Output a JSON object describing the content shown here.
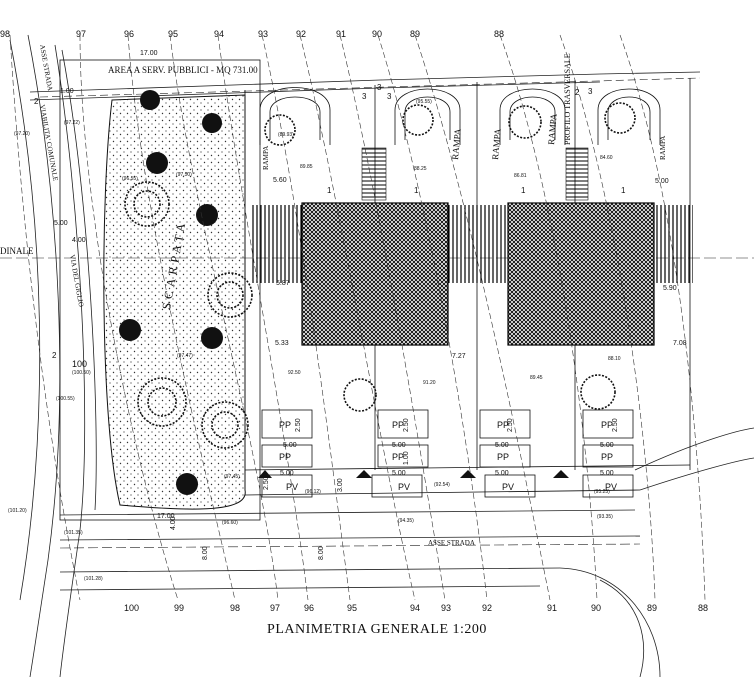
{
  "title": "PLANIMETRIA GENERALE 1:200",
  "area_label": "AREA A SERV. PUBBLICI - MQ 731.00",
  "texts": {
    "scarpata": "SCARPATA",
    "asse_strada_top": "ASSE STRADA",
    "asse_strada_bottom": "ASSE STRADA",
    "viabilita": "VIABILITA' COMUNALE",
    "via_del_giglio": "VIA DEL GIGLIO",
    "dinale": "DINALE",
    "profilo": "PROFILO TRASVERSALE",
    "rampa1": "RAMPA",
    "rampa2": "RAMPA",
    "rampa3": "RAMPA",
    "rampa4": "RAMPA",
    "rampa5": "RAMPA"
  },
  "contours_top": [
    "98",
    "97",
    "96",
    "95",
    "94",
    "93",
    "92",
    "91",
    "90",
    "89",
    "88"
  ],
  "contours_bottom": [
    "100",
    "99",
    "98",
    "97",
    "96",
    "95",
    "94",
    "93",
    "92",
    "91",
    "90",
    "89",
    "88"
  ],
  "contour_left": "100",
  "dimensions": [
    "17.00",
    "17.00",
    "1.00",
    "5.00",
    "4.00",
    "5.60",
    "5.87",
    "5.33",
    "7.27",
    "5.00",
    "5.90",
    "7.08",
    "5.00",
    "5.00",
    "5.00",
    "5.00",
    "5.00",
    "5.00",
    "5.00",
    "5.00",
    "2.50",
    "2.50",
    "2.50",
    "2.50",
    "3.00",
    "8.00",
    "8.00",
    "4.00",
    "1.00",
    "2.50"
  ],
  "elevations": [
    "(97.20)",
    "(97.22)",
    "(96.55)",
    "(97.50)",
    "(97.47)",
    "(97.45)",
    "(100.50)",
    "(100.55)",
    "(101.20)",
    "(101.35)",
    "(101.28)",
    "(96.60)",
    "(96.12)",
    "(95.25)",
    "(94.35)",
    "(93.35)",
    "(92.54)",
    "(89.93)",
    "89.85",
    "88.25",
    "86.81",
    "84.60",
    "92.50",
    "91.20",
    "89.45",
    "88.10",
    "(95.55)"
  ],
  "parking": {
    "pp": "PP",
    "pv": "PV"
  },
  "markers": [
    "3",
    "3",
    "1",
    "1",
    "1",
    "1",
    "2",
    "2",
    "2",
    "3",
    "3"
  ]
}
